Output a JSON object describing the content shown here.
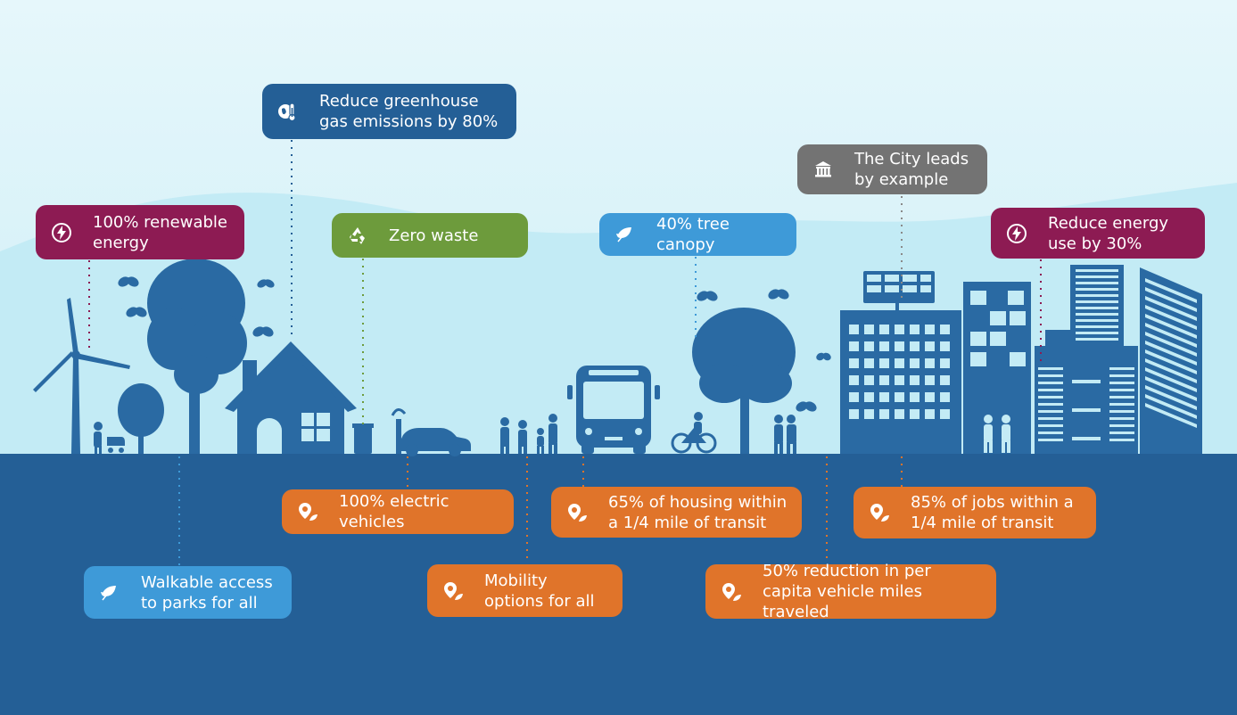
{
  "colors": {
    "ground": "#245f96",
    "silhouette": "#2a6aa3",
    "renewable": "#8d1b53",
    "emissions": "#245f96",
    "waste": "#6d9b3c",
    "canopy": "#3e9ad8",
    "city": "#737373",
    "transport": "#e0742a",
    "parks": "#3e9ad8"
  },
  "goals": {
    "renewable_energy": {
      "text": "100% renewable energy",
      "icon": "lightning-icon"
    },
    "greenhouse": {
      "text": "Reduce greenhouse gas emissions by 80%",
      "icon": "thermometer-globe-icon"
    },
    "zero_waste": {
      "text": "Zero waste",
      "icon": "recycle-icon"
    },
    "tree_canopy": {
      "text": "40% tree canopy",
      "icon": "leaf-icon"
    },
    "city_leads": {
      "text": "The City leads by example",
      "icon": "government-building-icon"
    },
    "energy_use": {
      "text": "Reduce energy use by 30%",
      "icon": "lightning-icon"
    },
    "electric_vehicles": {
      "text": "100% electric vehicles",
      "icon": "map-pin-leaf-icon"
    },
    "housing_transit": {
      "text": "65% of housing within a 1/4 mile of transit",
      "icon": "map-pin-leaf-icon"
    },
    "jobs_transit": {
      "text": "85% of jobs within a 1/4 mile of transit",
      "icon": "map-pin-leaf-icon"
    },
    "walkable_parks": {
      "text": "Walkable access to parks for all",
      "icon": "leaf-icon"
    },
    "mobility": {
      "text": "Mobility options for all",
      "icon": "map-pin-leaf-icon"
    },
    "vmt_reduction": {
      "text": "50% reduction in per capita vehicle miles traveled",
      "icon": "map-pin-leaf-icon"
    }
  }
}
